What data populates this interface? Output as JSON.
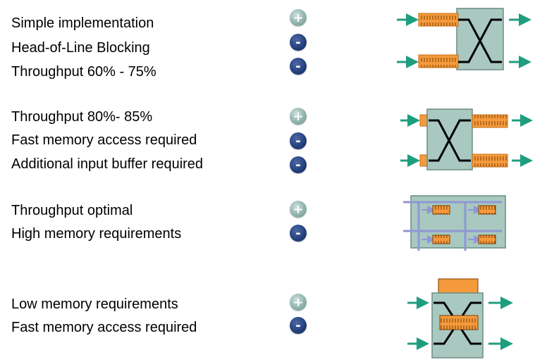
{
  "colors": {
    "arrow": "#1f9e7f",
    "queue": "#f59a3c",
    "switch_fill": "#a8c8c0",
    "line": "#8f97d4",
    "plus_badge": "#8fb3ac",
    "minus_badge": "#223e7a"
  },
  "rows": [
    {
      "items": [
        {
          "text": "Simple implementation",
          "badge": "+"
        },
        {
          "text": "Head-of-Line Blocking",
          "badge": "-"
        },
        {
          "text": "Throughput 60% - 75%",
          "badge": "-"
        }
      ],
      "diagram": "input-queued-switch"
    },
    {
      "items": [
        {
          "text": "Throughput 80%- 85%",
          "badge": "+"
        },
        {
          "text": "Fast memory access required",
          "badge": "-"
        },
        {
          "text": "Additional input buffer required",
          "badge": "-"
        }
      ],
      "diagram": "output-queued-switch"
    },
    {
      "items": [
        {
          "text": "Throughput optimal",
          "badge": "+"
        },
        {
          "text": "High memory requirements",
          "badge": "-"
        }
      ],
      "diagram": "crosspoint-buffered-switch"
    },
    {
      "items": [
        {
          "text": "Low memory requirements",
          "badge": "+"
        },
        {
          "text": "Fast memory access required",
          "badge": "-"
        }
      ],
      "diagram": "shared-memory-switch"
    }
  ],
  "icons": {
    "plus": "plus-circle-icon",
    "minus": "minus-circle-icon"
  }
}
